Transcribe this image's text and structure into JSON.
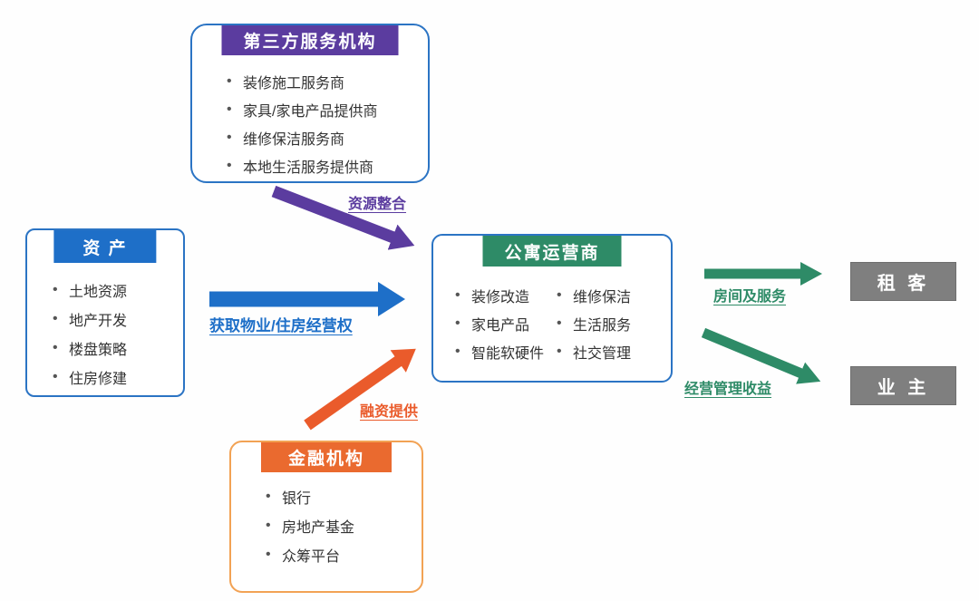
{
  "diagram": {
    "third_party": {
      "title": "第三方服务机构",
      "items": [
        "装修施工服务商",
        "家具/家电产品提供商",
        "维修保洁服务商",
        "本地生活服务提供商"
      ]
    },
    "assets": {
      "title": "资 产",
      "items": [
        "土地资源",
        "地产开发",
        "楼盘策略",
        "住房修建"
      ]
    },
    "operator": {
      "title": "公寓运营商",
      "items_left": [
        "装修改造",
        "家电产品",
        "智能软硬件"
      ],
      "items_right": [
        "维修保洁",
        "生活服务",
        "社交管理"
      ]
    },
    "finance": {
      "title": "金融机构",
      "items": [
        "银行",
        "房地产基金",
        "众筹平台"
      ]
    },
    "tenant": {
      "title": "租 客"
    },
    "owner": {
      "title": "业 主"
    },
    "arrows": {
      "resource_integration": "资源整合",
      "property_rights": "获取物业/住房经营权",
      "financing": "融资提供",
      "rooms_services": "房间及服务",
      "management_income": "经营管理收益"
    },
    "colors": {
      "purple": "#5b3c9f",
      "blue": "#1e6fc8",
      "green": "#2e8b67",
      "orange": "#ea5b2b",
      "orange_light": "#f2a254",
      "gray": "#7f7f7f"
    }
  }
}
